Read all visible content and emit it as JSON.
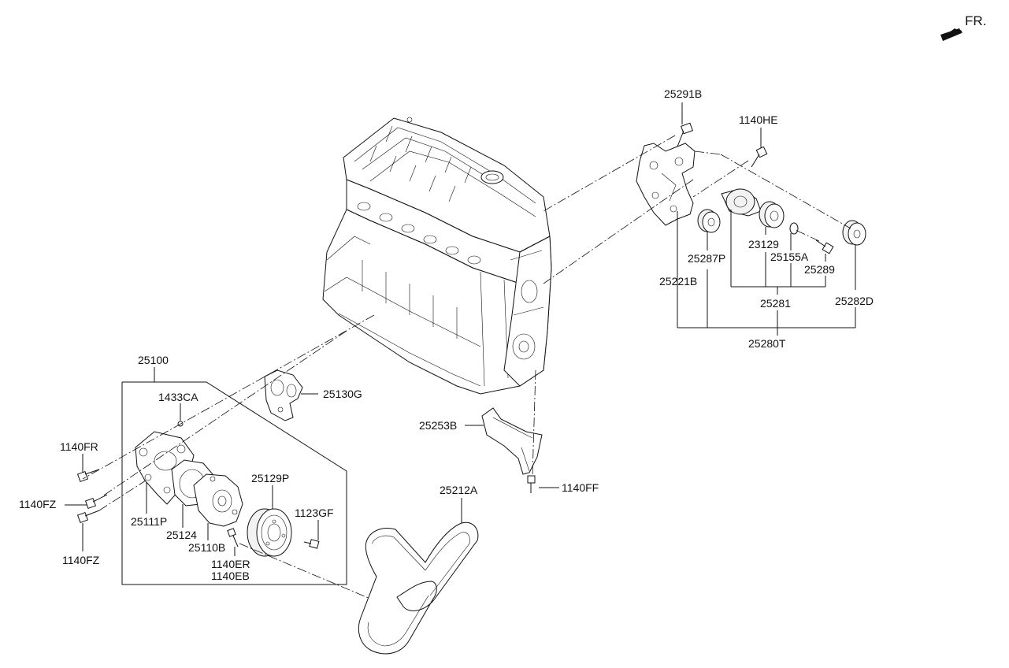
{
  "direction_indicator": {
    "label": "FR.",
    "icon": "front-arrow-icon"
  },
  "callouts": {
    "c25291B": "25291B",
    "c1140HE": "1140HE",
    "c23129": "23129",
    "c25155A": "25155A",
    "c25287P": "25287P",
    "c25289": "25289",
    "c25221B": "25221B",
    "c25281": "25281",
    "c25282D": "25282D",
    "c25280T": "25280T",
    "c25100": "25100",
    "c1433CA": "1433CA",
    "c25130G": "25130G",
    "c1140FR": "1140FR",
    "c1140FZ_a": "1140FZ",
    "c1140FZ_b": "1140FZ",
    "c25111P": "25111P",
    "c25124": "25124",
    "c25110B": "25110B",
    "c1140ER": "1140ER",
    "c1140EB": "1140EB",
    "c25129P": "25129P",
    "c1123GF": "1123GF",
    "c25212A": "25212A",
    "c25253B": "25253B",
    "c1140FF": "1140FF"
  }
}
